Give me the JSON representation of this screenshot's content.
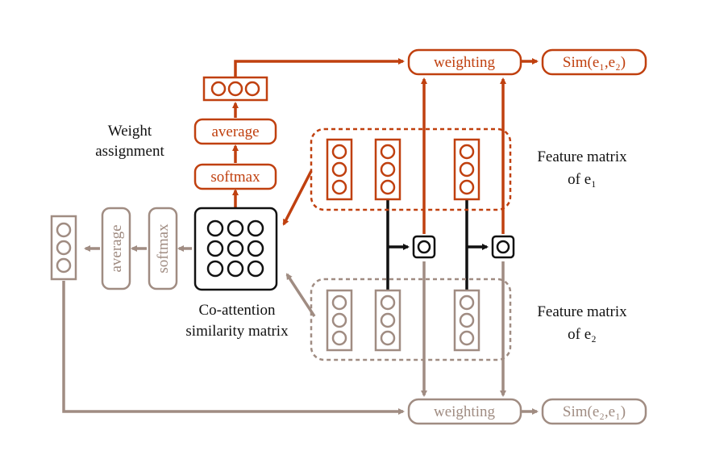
{
  "colors": {
    "orange": "#c0400f",
    "gray": "#a08c82",
    "black": "#111111"
  },
  "top": {
    "weighting": "weighting",
    "sim": "Sim(e₁,e₂)",
    "average": "average",
    "softmax": "softmax"
  },
  "bottom": {
    "weighting": "weighting",
    "sim": "Sim(e₂,e₁)",
    "average": "average",
    "softmax": "softmax"
  },
  "labels": {
    "weight_assignment_line1": "Weight",
    "weight_assignment_line2": "assignment",
    "feature_e1_line1": "Feature matrix",
    "feature_e1_line2": "of e₁",
    "feature_e2_line1": "Feature matrix",
    "feature_e2_line2": "of e₂",
    "coattention_line1": "Co-attention",
    "coattention_line2": "similarity matrix"
  }
}
